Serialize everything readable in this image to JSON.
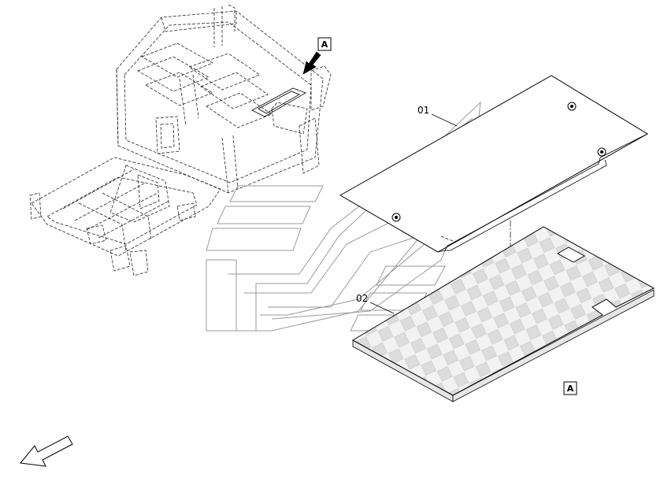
{
  "callouts": {
    "part_01": "01",
    "part_02": "02"
  },
  "view_markers": {
    "top": "A",
    "bottom": "A"
  },
  "colors": {
    "line": "#000000",
    "watermark": "#9a9a9a",
    "checker_light": "#f2f2f2",
    "checker_dark": "#dcdcdc"
  },
  "icons": {
    "view_arrow": "arrow-down-left-icon",
    "orientation_arrow": "orientation-arrow-icon"
  }
}
